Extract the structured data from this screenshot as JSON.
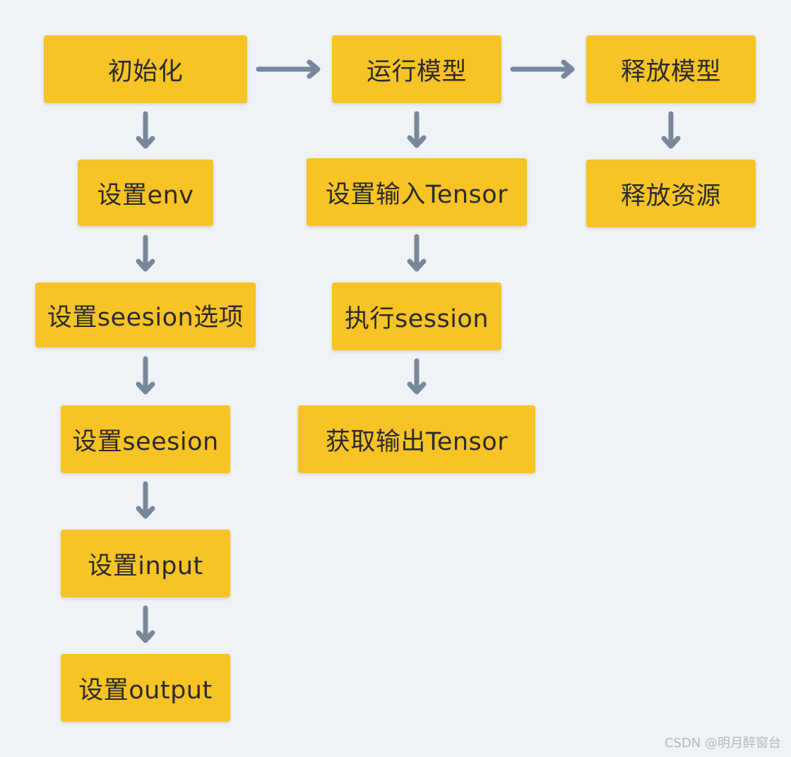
{
  "diagram": {
    "columns": [
      {
        "header": "初始化",
        "steps": [
          "设置env",
          "设置seesion选项",
          "设置seesion",
          "设置input",
          "设置output"
        ]
      },
      {
        "header": "运行模型",
        "steps": [
          "设置输入Tensor",
          "执行session",
          "获取输出Tensor"
        ]
      },
      {
        "header": "释放模型",
        "steps": [
          "释放资源"
        ]
      }
    ],
    "colors": {
      "node_fill": "#f7c325",
      "arrow": "#78889a",
      "background": "#eff3f7"
    }
  },
  "watermark": "CSDN @明月醉窗台"
}
